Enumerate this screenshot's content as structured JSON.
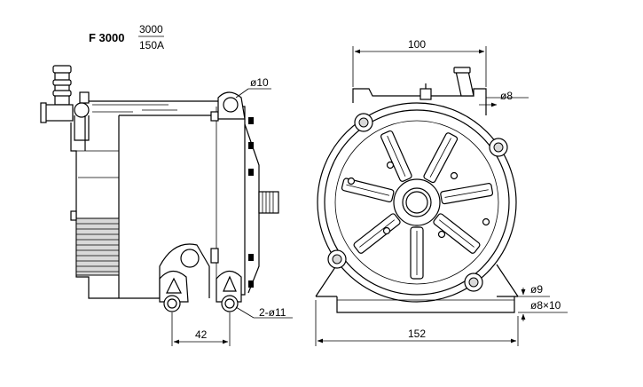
{
  "model": "F 3000",
  "ratio": {
    "numerator": "3000",
    "denominator": "150A"
  },
  "dimensions": {
    "hole_top": "ø10",
    "holes_bottom": "2-ø11",
    "hole_spacing": "42",
    "width_top": "100",
    "port": "ø8",
    "base_hole": "ø9",
    "base_slot": "ø8×10",
    "base_width": "152"
  }
}
